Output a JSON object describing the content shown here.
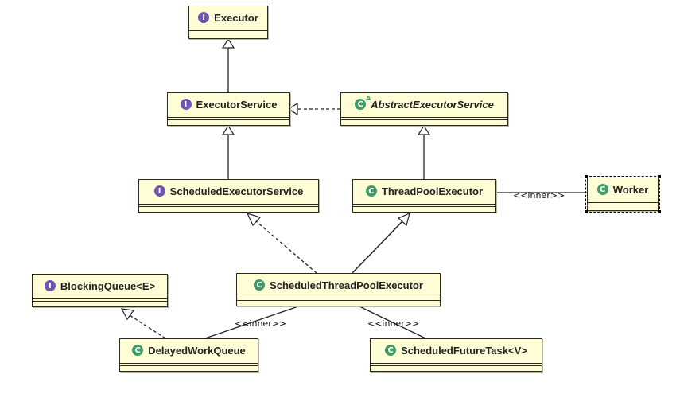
{
  "nodes": {
    "executor": {
      "name": "Executor",
      "kind": "interface",
      "badge": "I"
    },
    "executor_service": {
      "name": "ExecutorService",
      "kind": "interface",
      "badge": "I"
    },
    "abstract_executor_service": {
      "name": "AbstractExecutorService",
      "kind": "abstract",
      "badge": "C"
    },
    "scheduled_executor_service": {
      "name": "ScheduledExecutorService",
      "kind": "interface",
      "badge": "I"
    },
    "thread_pool_executor": {
      "name": "ThreadPoolExecutor",
      "kind": "class",
      "badge": "C"
    },
    "worker": {
      "name": "Worker",
      "kind": "class",
      "badge": "C"
    },
    "blocking_queue": {
      "name": "BlockingQueue<E>",
      "kind": "interface",
      "badge": "I"
    },
    "scheduled_thread_pool_executor": {
      "name": "ScheduledThreadPoolExecutor",
      "kind": "class",
      "badge": "C"
    },
    "delayed_work_queue": {
      "name": "DelayedWorkQueue",
      "kind": "class",
      "badge": "C"
    },
    "scheduled_future_task": {
      "name": "ScheduledFutureTask<V>",
      "kind": "class",
      "badge": "C"
    }
  },
  "edges": [
    {
      "from": "executor_service",
      "to": "executor",
      "type": "extends",
      "label": ""
    },
    {
      "from": "abstract_executor_service",
      "to": "executor_service",
      "type": "implements",
      "label": ""
    },
    {
      "from": "scheduled_executor_service",
      "to": "executor_service",
      "type": "extends",
      "label": ""
    },
    {
      "from": "thread_pool_executor",
      "to": "abstract_executor_service",
      "type": "extends",
      "label": ""
    },
    {
      "from": "thread_pool_executor",
      "to": "worker",
      "type": "inner",
      "label": "<<inner>>"
    },
    {
      "from": "scheduled_thread_pool_executor",
      "to": "scheduled_executor_service",
      "type": "implements",
      "label": ""
    },
    {
      "from": "scheduled_thread_pool_executor",
      "to": "thread_pool_executor",
      "type": "extends",
      "label": ""
    },
    {
      "from": "delayed_work_queue",
      "to": "blocking_queue",
      "type": "implements",
      "label": ""
    },
    {
      "from": "scheduled_thread_pool_executor",
      "to": "delayed_work_queue",
      "type": "inner",
      "label": "<<inner>>"
    },
    {
      "from": "scheduled_thread_pool_executor",
      "to": "scheduled_future_task",
      "type": "inner",
      "label": "<<inner>>"
    }
  ],
  "colors": {
    "node_fill": "#fffdd6",
    "interface_badge": "#6f56b5",
    "class_badge": "#3f9b63"
  }
}
